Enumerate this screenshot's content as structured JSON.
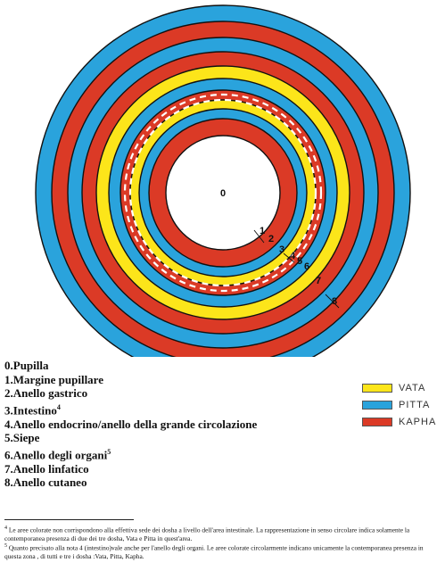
{
  "diagram": {
    "colors": {
      "vata": "#fce51a",
      "pitta": "#2aa3dc",
      "kapha": "#db3a26",
      "background": "#ffffff",
      "line": "#111111"
    },
    "center_label": "0",
    "ring_labels": [
      "1",
      "2",
      "3",
      "4",
      "5",
      "6",
      "7",
      "8"
    ]
  },
  "legend": {
    "items": [
      {
        "text": "0.Pupilla",
        "sup": ""
      },
      {
        "text": "1.Margine pupillare",
        "sup": ""
      },
      {
        "text": "2.Anello gastrico",
        "sup": ""
      },
      {
        "text": "3.Intestino",
        "sup": "4"
      },
      {
        "text": "4.Anello endocrino/anello della grande circolazione",
        "sup": ""
      },
      {
        "text": "5.Siepe",
        "sup": ""
      },
      {
        "text": "6.Anello degli organi",
        "sup": "5"
      },
      {
        "text": "7.Anello linfatico",
        "sup": ""
      },
      {
        "text": "8.Anello cutaneo",
        "sup": ""
      }
    ]
  },
  "dosha_key": [
    {
      "label": "VATA",
      "color": "#fce51a"
    },
    {
      "label": "PITTA",
      "color": "#2aa3dc"
    },
    {
      "label": "KAPHA",
      "color": "#db3a26"
    }
  ],
  "footnotes": [
    {
      "mark": "4",
      "text": " Le aree colorate non corrispondono alla effettiva sede dei dosha a livello dell'area intestinale. La rappresentazione in senso circolare indica solamente la contemporanea presenza di due dei tre dosha, Vata e Pitta in quest'area."
    },
    {
      "mark": "5",
      "text": " Quanto precisato alla nota 4 (intestino)vale anche per l'anello degli organi. Le aree colorate circolarmente indicano unicamente la contemporanea presenza in questa zona , di tutti e tre i dosha :Vata, Pitta, Kapha."
    }
  ]
}
